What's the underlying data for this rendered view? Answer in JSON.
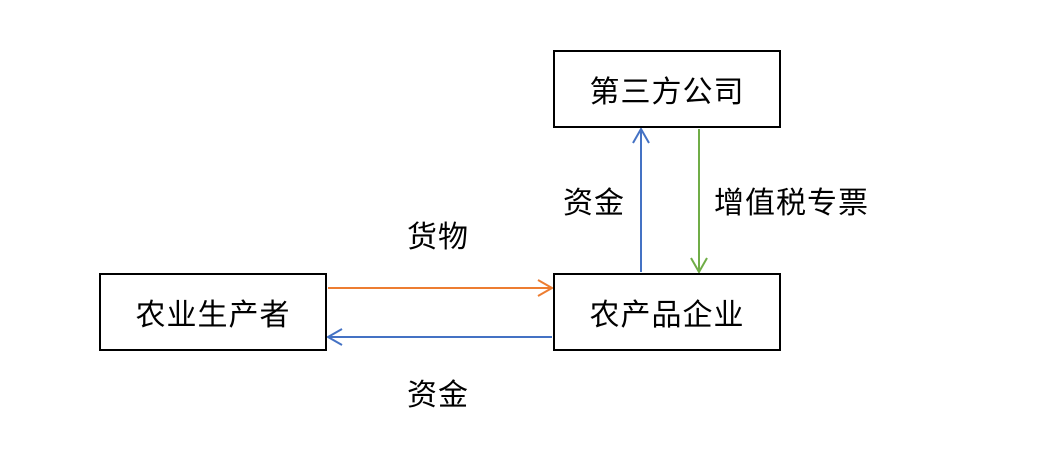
{
  "nodes": {
    "third_party": "第三方公司",
    "enterprise": "农产品企业",
    "producer": "农业生产者"
  },
  "edges": {
    "goods": "货物",
    "funds_to_producer": "资金",
    "funds_to_third_party": "资金",
    "vat_invoice": "增值税专票"
  },
  "colors": {
    "goods_arrow": "#ED7D31",
    "funds_arrow": "#4472C4",
    "invoice_arrow": "#70AD47"
  }
}
